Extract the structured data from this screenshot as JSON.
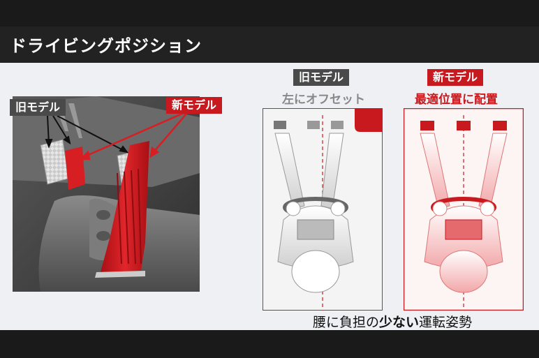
{
  "header": {
    "title": "ドライビングポジション"
  },
  "left_photo": {
    "old_label": "旧モデル",
    "new_label": "新モデル"
  },
  "right_panels": {
    "old": {
      "label": "旧モデル",
      "subtitle": "左にオフセット"
    },
    "new": {
      "label": "新モデル",
      "subtitle": "最適位置に配置"
    }
  },
  "caption": {
    "prefix": "腰に負担の",
    "emphasis": "少ない",
    "suffix": "運転姿勢"
  },
  "colors": {
    "accent": "#c8191e",
    "old_gray": "#4a4a4a"
  }
}
